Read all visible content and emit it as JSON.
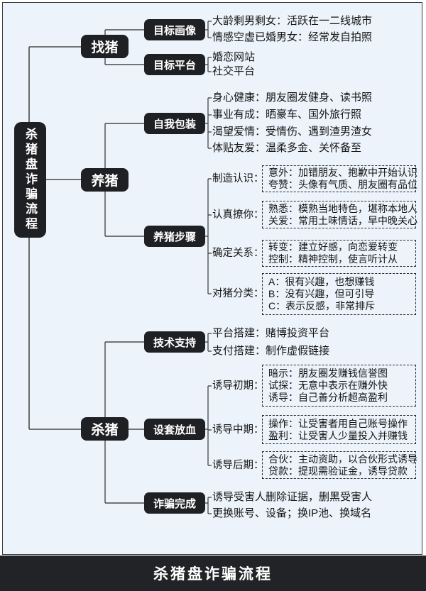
{
  "root": {
    "label": "杀猪盘诈骗流程"
  },
  "footer": {
    "title": "杀猪盘诈骗流程"
  },
  "colors": {
    "background": "#ecf3fa",
    "node_fill": "#1f2023",
    "node_text": "#ffffff",
    "connector": "#4a4a4a",
    "text": "#141414",
    "footer_bg": "#222326"
  },
  "branches": [
    {
      "label": "找猪",
      "subs": [
        {
          "label": "目标画像",
          "leaves": [
            "大龄剩男剩女：活跃在一二线城市",
            "情感空虚已婚男女：经常发自拍照"
          ]
        },
        {
          "label": "目标平台",
          "leaves": [
            "婚恋网站",
            "社交平台"
          ]
        }
      ]
    },
    {
      "label": "养猪",
      "subs": [
        {
          "label": "自我包装",
          "leaves": [
            "身心健康：朋友圈发健身、读书照",
            "事业有成：晒豪车、国外旅行照",
            "渴望爱情：受情伤、遇到渣男渣女",
            "体贴友爱：温柔多金、关怀备至"
          ]
        },
        {
          "label": "养猪步骤",
          "groups": [
            {
              "label": "制造认识：",
              "lines": [
                "意外：加错朋友、抱歉中开始认识",
                "夸赞：头像有气质、朋友圈有品位"
              ]
            },
            {
              "label": "认真撩你：",
              "lines": [
                "熟悉：模熟当地特色，堪称本地人",
                "关爱：常用土味情话，早中晚关心"
              ]
            },
            {
              "label": "确定关系：",
              "lines": [
                "转变：建立好感，向恋爱转变",
                "控制：精神控制，使言听计从"
              ]
            },
            {
              "label": "对猪分类：",
              "lines": [
                "A：很有兴趣，也想赚钱",
                "B：没有兴趣，但可引导",
                "C：表示反感，非常排斥"
              ]
            }
          ]
        }
      ]
    },
    {
      "label": "杀猪",
      "subs": [
        {
          "label": "技术支持",
          "leaves": [
            "平台搭建：赌博投资平台",
            "支付搭建：制作虚假链接"
          ]
        },
        {
          "label": "设套放血",
          "groups": [
            {
              "label": "诱导初期：",
              "lines": [
                "暗示：朋友圈发赚钱信誉图",
                "试探：无意中表示在赚外快",
                "诱导：自己善分析超高盈利"
              ]
            },
            {
              "label": "诱导中期：",
              "lines": [
                "操作：让受害者用自己账号操作",
                "盈利：让受害人少量投入并赚钱"
              ]
            },
            {
              "label": "诱导后期：",
              "lines": [
                "合伙：主动资助，以合伙形式诱导",
                "贷款：提现需验证金，诱导贷款"
              ]
            }
          ]
        },
        {
          "label": "诈骗完成",
          "leaves": [
            "诱导受害人删除证据，删黑受害人",
            "更换账号、设备；换IP池、换域名"
          ]
        }
      ]
    }
  ]
}
